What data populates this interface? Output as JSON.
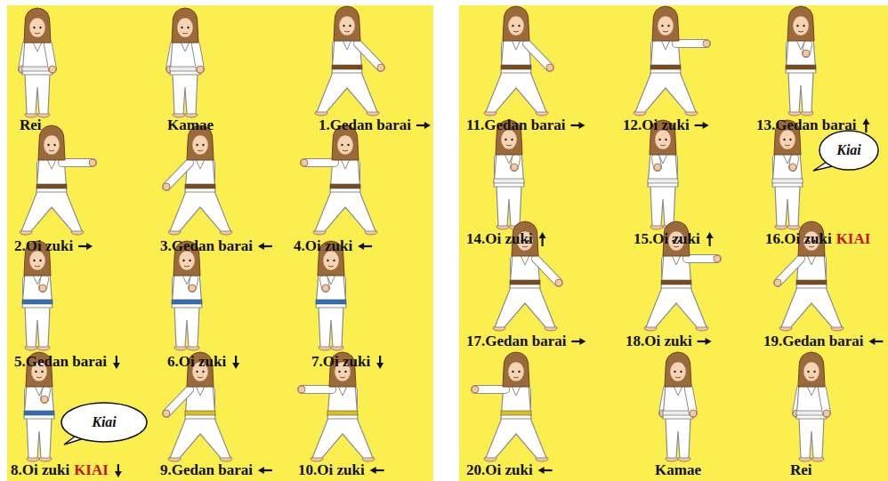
{
  "diagram": {
    "nodes": [
      {
        "text": [
          "Kiai"
        ]
      },
      {
        "text": [
          "Kiai"
        ]
      }
    ],
    "labels": [
      "Rei",
      "Kamae",
      "1.Gedan barai",
      "2.Oi zuki",
      "3.Gedan barai",
      "4.Oi zuki",
      "5.Gedan barai",
      "6.Oi zuki",
      "7.Oi zuki",
      "8.Oi zuki",
      "KIAI",
      "9.Gedan barai",
      "10.Oi zuki",
      "11.Gedan barai",
      "12.Oi zuki",
      "13.Gedan barai",
      "14.Oi zuki",
      "15.Oi zuki",
      "16.Oi zuki",
      "KIAI",
      "17.Gedan barai",
      "18.Oi zuki",
      "19.Gedan barai",
      "20.Oi zuki",
      "Kamae",
      "Rei"
    ]
  }
}
